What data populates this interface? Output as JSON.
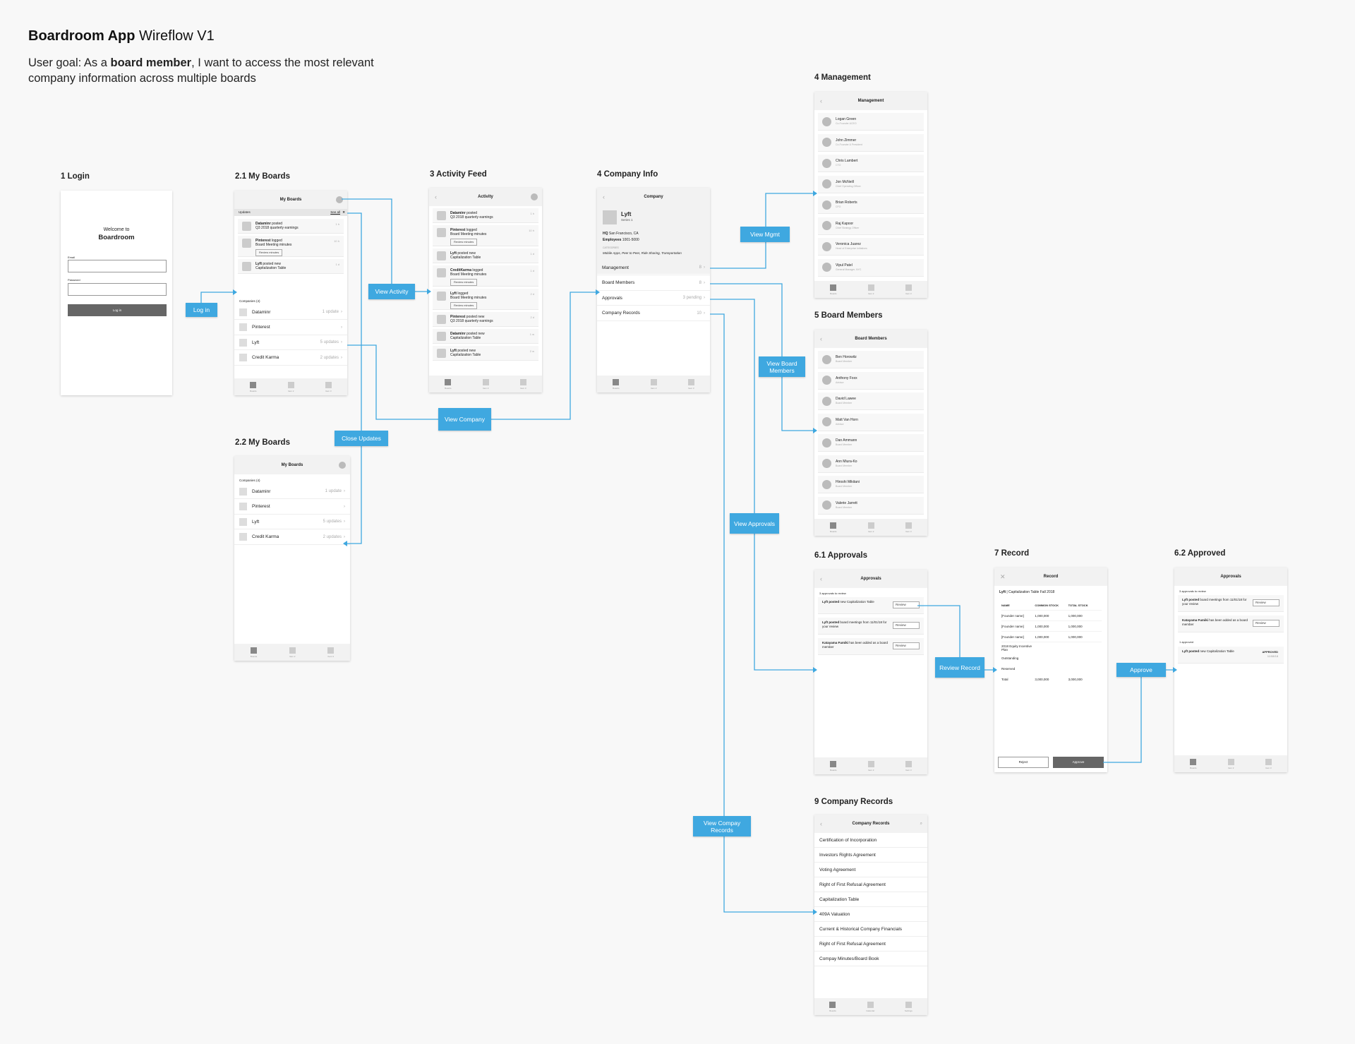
{
  "title_bold": "Boardroom App",
  "title_rest": " Wireflow V1",
  "goal": {
    "pre": "User goal: As a ",
    "bold": "board member",
    "post": ", I want to access the most relevant company information across multiple boards"
  },
  "screens": {
    "login": {
      "title": "1 Login",
      "welcome": "Welcome to",
      "app": "Boardroom",
      "email": "Email",
      "password": "Password",
      "button": "Log in"
    },
    "boards1": {
      "title": "2.1 My Boards",
      "header": "My Boards",
      "updates": "Updates",
      "see_all": "See all",
      "cards": [
        {
          "who": "Dataminr",
          "action": " posted",
          "line2": "Q3 2018 quarterly earnings",
          "time": "1 h"
        },
        {
          "who": "Pinterest",
          "action": " logged",
          "line2": "Board Meeting minutes",
          "time": "10 h",
          "btn": "Review minutes"
        },
        {
          "who": "Lyft",
          "action": " posted new",
          "line2": "Capitalization Table",
          "time": "1 d"
        }
      ],
      "companies_label": "Companies (4)",
      "companies": [
        {
          "name": "Dataminr",
          "meta": "1 update"
        },
        {
          "name": "Pinterest",
          "meta": ""
        },
        {
          "name": "Lyft",
          "meta": "5 updates"
        },
        {
          "name": "Credit Karma",
          "meta": "2 updates"
        }
      ]
    },
    "boards2": {
      "title": "2.2 My Boards",
      "header": "My Boards",
      "companies_label": "Companies (4)",
      "companies": [
        {
          "name": "Dataminr",
          "meta": "1 update"
        },
        {
          "name": "Pinterest",
          "meta": ""
        },
        {
          "name": "Lyft",
          "meta": "5 updates"
        },
        {
          "name": "Credit Karma",
          "meta": "2 updates"
        }
      ]
    },
    "activity": {
      "title": "3 Activity Feed",
      "header": "Activity",
      "cards": [
        {
          "who": "Dataminr",
          "action": " posted",
          "line2": "Q3 2018 quarterly earnings",
          "time": "1 h"
        },
        {
          "who": "Pinterest",
          "action": " logged",
          "line2": "Board Meeting minutes",
          "time": "10 h",
          "btn": "Review minutes"
        },
        {
          "who": "Lyft",
          "action": " posted new",
          "line2": "Capitalization Table",
          "time": "1 d"
        },
        {
          "who": "CreditKarma",
          "action": " logged",
          "line2": "Board Meeting minutes",
          "time": "1 d",
          "btn": "Review minutes"
        },
        {
          "who": "Lyft",
          "action": " logged",
          "line2": "Board Meeting minutes",
          "time": "2 d",
          "btn": "Review minutes"
        },
        {
          "who": "Pinterest",
          "action": " posted new",
          "line2": "Q3 2018 quarterly earnings",
          "time": "2 d"
        },
        {
          "who": "Dataminr",
          "action": " posted new",
          "line2": "Capitalization Table",
          "time": "1 w"
        },
        {
          "who": "Lyft",
          "action": " posted new",
          "line2": "Capitalization Table",
          "time": "2 w"
        }
      ]
    },
    "company": {
      "title": "4 Company Info",
      "header": "Company",
      "name": "Lyft",
      "series": "Series 1",
      "hq_label": "HQ",
      "hq": "San Francisco, CA",
      "emp_label": "Employees",
      "emp": "1001-5000",
      "cat_label": "CATEGORIES",
      "categories": "Mobile Apps, Peer to Peer, Ride Sharing, Transportation",
      "rows": [
        {
          "name": "Management",
          "meta": "8"
        },
        {
          "name": "Board Members",
          "meta": "8"
        },
        {
          "name": "Approvals",
          "meta": "3 pending"
        },
        {
          "name": "Company Records",
          "meta": "10"
        }
      ]
    },
    "mgmt": {
      "title": "4 Management",
      "header": "Management",
      "people": [
        {
          "n": "Logan Green",
          "r": "Co-Founder &CEO"
        },
        {
          "n": "John Zimmer",
          "r": "Co-Founder & President"
        },
        {
          "n": "Chris Lambert",
          "r": "CTO"
        },
        {
          "n": "Jon McNeill",
          "r": "Chief Operating Officer"
        },
        {
          "n": "Brian Roberts",
          "r": "CFO"
        },
        {
          "n": "Raj Kapoor",
          "r": "Chief Strategy Officer"
        },
        {
          "n": "Veronica Juarez",
          "r": "Head of Enterprise Initiatives"
        },
        {
          "n": "Vipul Patel",
          "r": "General Manager, NYC"
        }
      ]
    },
    "members": {
      "title": "5 Board Members",
      "header": "Board Members",
      "people": [
        {
          "n": "Ben Horowitz",
          "r": "Board Member"
        },
        {
          "n": "Anthony Foxx",
          "r": "Advisor"
        },
        {
          "n": "David Lawee",
          "r": "Board Member"
        },
        {
          "n": "Matt Van Horn",
          "r": "Advisor"
        },
        {
          "n": "Dan Ammann",
          "r": "Board Member"
        },
        {
          "n": "Ann Miura-Ko",
          "r": "Board Member"
        },
        {
          "n": "Hiroshi Mikitani",
          "r": "Board Member"
        },
        {
          "n": "Valerie Jarrett",
          "r": "Board Member"
        }
      ]
    },
    "approvals": {
      "title": "6.1 Approvals",
      "header": "Approvals",
      "count": "3 approvals to review",
      "items": [
        {
          "who": "Lyft posted",
          "rest": " new Capitalization Table",
          "btn": "Review"
        },
        {
          "who": "Lyft posted",
          "rest": " board meetings from 11/01/18 for your review",
          "btn": "Review"
        },
        {
          "who": "Katayama Fumiki",
          "rest": " has been added as a board member",
          "btn": "Review"
        }
      ]
    },
    "record": {
      "title": "7 Record",
      "header": "Record",
      "subtitle_bold": "Lyft",
      "subtitle": " | Capitalization Table Fall 2018",
      "cols": [
        "NAME",
        "COMMON STOCK",
        "TOTAL STOCK"
      ],
      "rows": [
        [
          "[Founder name]",
          "1,000,000",
          "1,000,000"
        ],
        [
          "[Founder name]",
          "1,000,000",
          "1,000,000"
        ],
        [
          "[Founder name]",
          "1,000,000",
          "1,000,000"
        ],
        [
          "2018 Equity Incentive Plan",
          "",
          ""
        ],
        [
          "Outstanding",
          "",
          ""
        ],
        [
          "Reserved",
          "",
          ""
        ],
        [
          "Total",
          "3,000,000",
          "3,000,000"
        ]
      ],
      "reject": "Reject",
      "approve": "Approve"
    },
    "approved": {
      "title": "6.2 Approved",
      "header": "Approvals",
      "count": "3 approvals to review",
      "items": [
        {
          "who": "Lyft posted",
          "rest": " board meetings from 11/01/18 for your review",
          "btn": "Review"
        },
        {
          "who": "Katayama Fumiki",
          "rest": " has been added as a board member",
          "btn": "Review"
        }
      ],
      "approved_label": "1 approved",
      "done": {
        "who": "Lyft posted",
        "rest": " new Capitalization Table",
        "status": "APPROVED",
        "date": "11/08/18"
      }
    },
    "records": {
      "title": "9 Company Records",
      "header": "Company Records",
      "items": [
        "Certification of Incorporation",
        "Investors Rights Agreement",
        "Voting Agreement",
        "Right of First Refusal Agreement",
        "Capitalization Table",
        "409A Valuation",
        "Current & Historical Company Financials",
        "Right of First Refusal Agreement",
        "Compay Minutes/Board Book"
      ]
    }
  },
  "tabs": [
    "Boards",
    "Item 2",
    "Item 3"
  ],
  "records_tabs": [
    "Boards",
    "Calendar",
    "Settings"
  ],
  "flow": {
    "login": "Log in",
    "activity": "View Activity",
    "close": "Close Updates",
    "company": "View Company",
    "mgmt": "View Mgmt",
    "members": "View Board Members",
    "approvals": "View Approvals",
    "records": "View Compay Records",
    "review": "Review Record",
    "approve": "Approve"
  },
  "accent": "#3fa8e0"
}
